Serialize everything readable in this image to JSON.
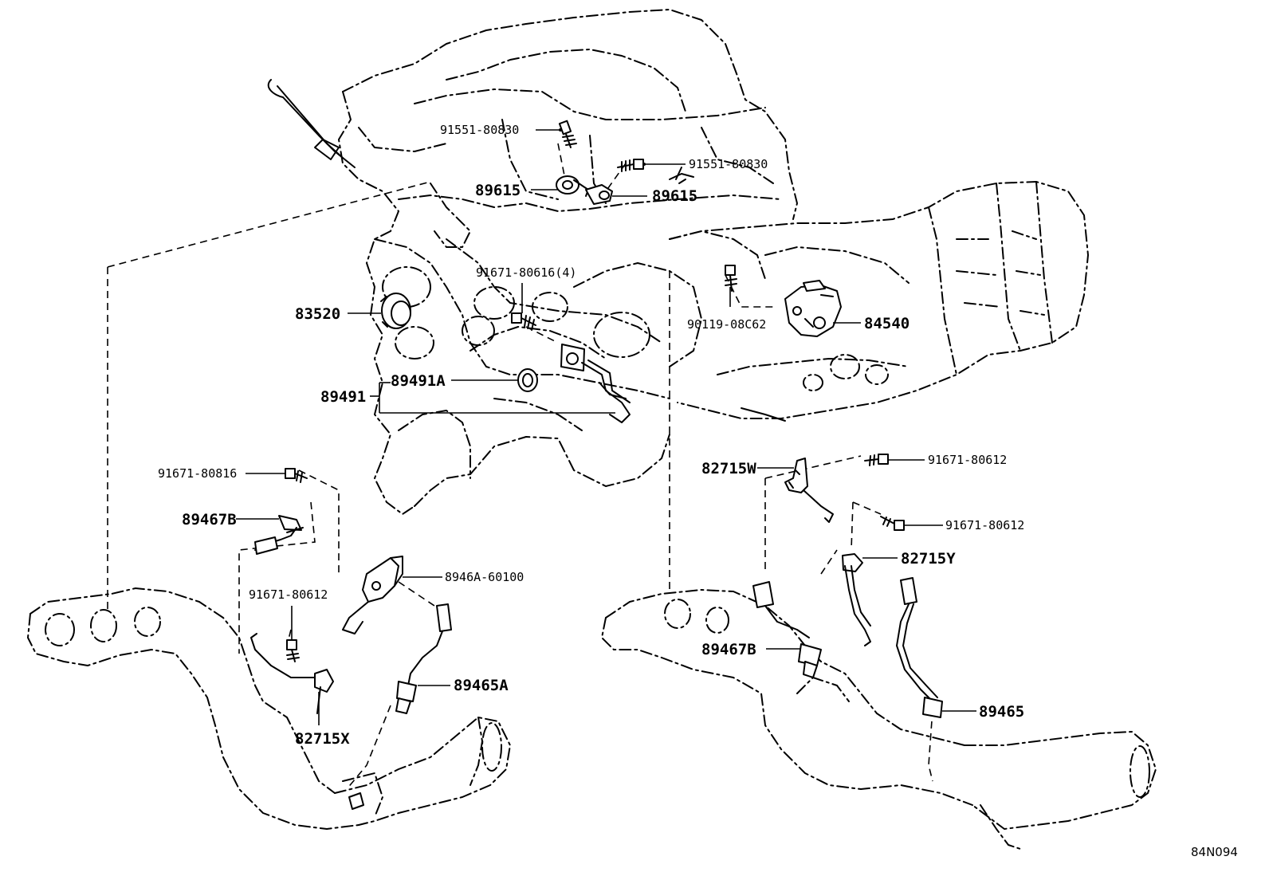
{
  "labels": {
    "p91551a": "91551-80830",
    "p91551b": "91551-80830",
    "p89615a": "89615",
    "p89615b": "89615",
    "p91671_4": "91671-80616(4)",
    "p83520": "83520",
    "p90119": "90119-08C62",
    "p84540": "84540",
    "p89491A": "89491A",
    "p89491": "89491",
    "p82715W": "82715W",
    "p91671_612a": "91671-80612",
    "p91671_612b": "91671-80612",
    "p91671_816": "91671-80816",
    "p89467B_left": "89467B",
    "p8946A": "8946A-60100",
    "p91671_612c": "91671-80612",
    "p82715Y": "82715Y",
    "p89467B_right": "89467B",
    "p89465A": "89465A",
    "p89465": "89465",
    "p82715X": "82715X"
  },
  "diagram_code": "84N094"
}
